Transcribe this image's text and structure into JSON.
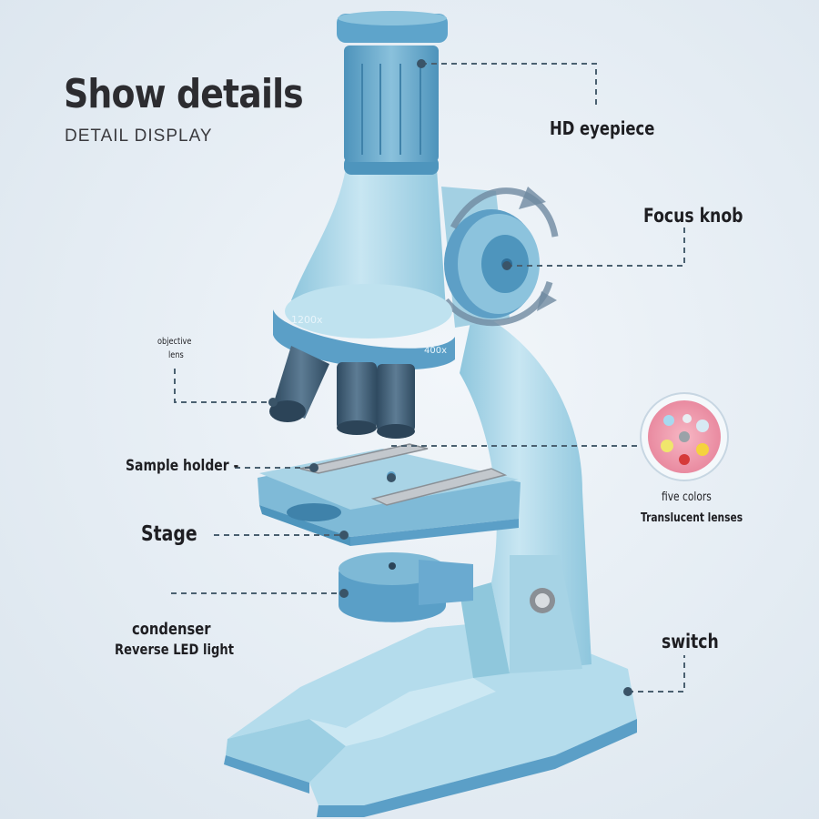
{
  "header": {
    "title": "Show details",
    "subtitle": "DETAIL DISPLAY"
  },
  "labels": {
    "eyepiece": "HD eyepiece",
    "focus_knob": "Focus knob",
    "objective_line1": "objective",
    "objective_line2": "lens",
    "sample_holder": "Sample holder -",
    "stage": "Stage",
    "five_colors": "five colors",
    "translucent_lenses": "Translucent lenses",
    "condenser": "condenser",
    "led_light": "Reverse LED light",
    "switch": "switch"
  },
  "product": {
    "mag_low": "1200x",
    "mag_high": "400x"
  },
  "colors": {
    "body_light": "#a9d4e6",
    "body_mid": "#7fb9d4",
    "body_dark": "#4e95bd",
    "lens_dark": "#3e5c74",
    "leader_line": "#4a6070",
    "background": "#e6eef5"
  }
}
